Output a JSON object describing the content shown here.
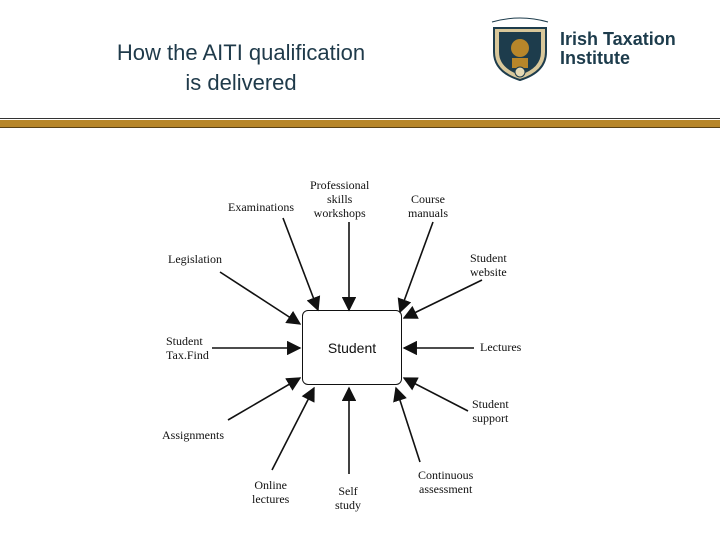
{
  "header": {
    "title_line1": "How the AITI qualification",
    "title_line2": "is delivered",
    "brand_line1": "Irish Taxation",
    "brand_line2": "Institute",
    "accent_color": "#b7862a",
    "title_color": "#1f3a4a"
  },
  "diagram": {
    "center": "Student",
    "inputs": {
      "examinations": [
        "Examinations"
      ],
      "professional_skills": [
        "Professional",
        "skills",
        "workshops"
      ],
      "course_manuals": [
        "Course",
        "manuals"
      ],
      "legislation": [
        "Legislation"
      ],
      "student_website": [
        "Student",
        "website"
      ],
      "student_taxfind": [
        "Student",
        "Tax.Find"
      ],
      "lectures": [
        "Lectures"
      ],
      "student_support": [
        "Student",
        "support"
      ],
      "assignments": [
        "Assignments"
      ],
      "online_lectures": [
        "Online",
        "lectures"
      ],
      "self_study": [
        "Self",
        "study"
      ],
      "continuous_assessment": [
        "Continuous",
        "assessment"
      ]
    }
  }
}
